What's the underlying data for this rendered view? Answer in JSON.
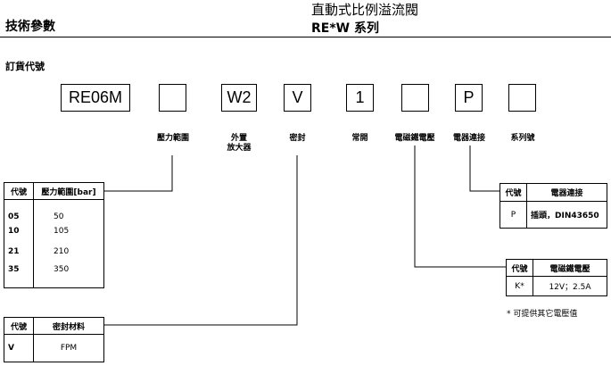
{
  "header": {
    "left_title": "技術參數",
    "product_title": "直動式比例溢流閥",
    "series": "RE*W 系列"
  },
  "section_title": "訂貨代號",
  "code_boxes": [
    "RE06M",
    "",
    "W2",
    "V",
    "1",
    "",
    "P",
    ""
  ],
  "labels": {
    "pressure_range": "壓力範圍",
    "external_amp_line1": "外置",
    "external_amp_line2": "放大器",
    "seal": "密封",
    "normally_open": "常開",
    "solenoid_voltage": "電磁鐵電壓",
    "connector": "電器連接",
    "series_no": "系列號"
  },
  "pressure_table": {
    "headers": [
      "代號",
      "壓力範圍[bar]"
    ],
    "rows": [
      [
        "05",
        "50"
      ],
      [
        "10",
        "105"
      ],
      [
        "21",
        "210"
      ],
      [
        "35",
        "350"
      ]
    ]
  },
  "seal_table": {
    "headers": [
      "代號",
      "密封材料"
    ],
    "rows": [
      [
        "V",
        "FPM"
      ]
    ]
  },
  "connector_table": {
    "headers": [
      "代號",
      "電器連接"
    ],
    "rows": [
      [
        "P",
        "插頭，DIN43650"
      ]
    ]
  },
  "voltage_table": {
    "headers": [
      "代號",
      "電磁鐵電壓"
    ],
    "rows": [
      [
        "K*",
        "12V；2.5A"
      ]
    ]
  },
  "footnote": "* 可提供其它電壓值"
}
